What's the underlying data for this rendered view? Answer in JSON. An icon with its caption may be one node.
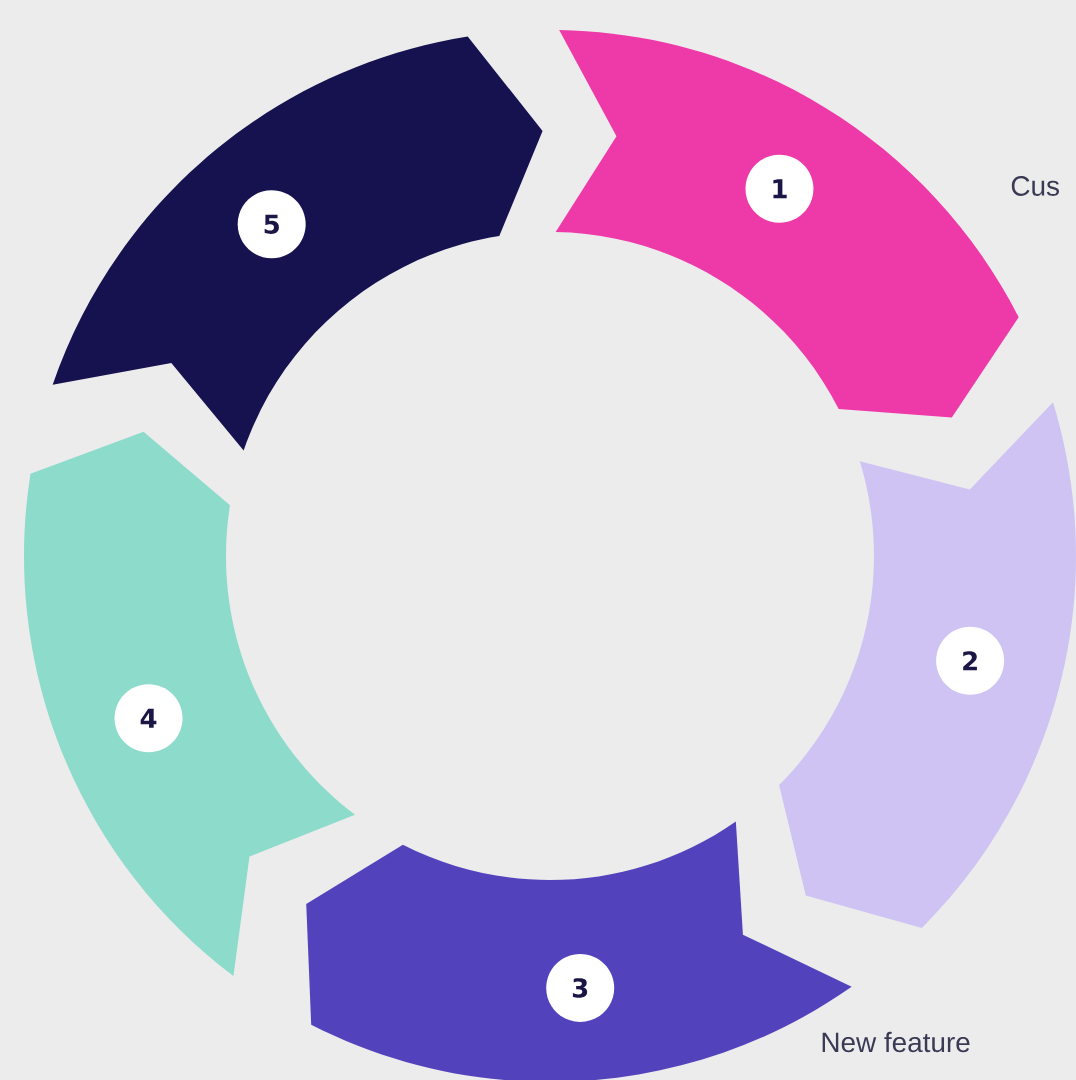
{
  "diagram": {
    "nodes": [
      {
        "text": [
          "1"
        ]
      },
      {
        "text": [
          "2"
        ]
      },
      {
        "text": [
          "3"
        ]
      },
      {
        "text": [
          "4"
        ]
      },
      {
        "text": [
          "5"
        ]
      }
    ],
    "labels": [
      "Cus",
      "New feature"
    ]
  }
}
